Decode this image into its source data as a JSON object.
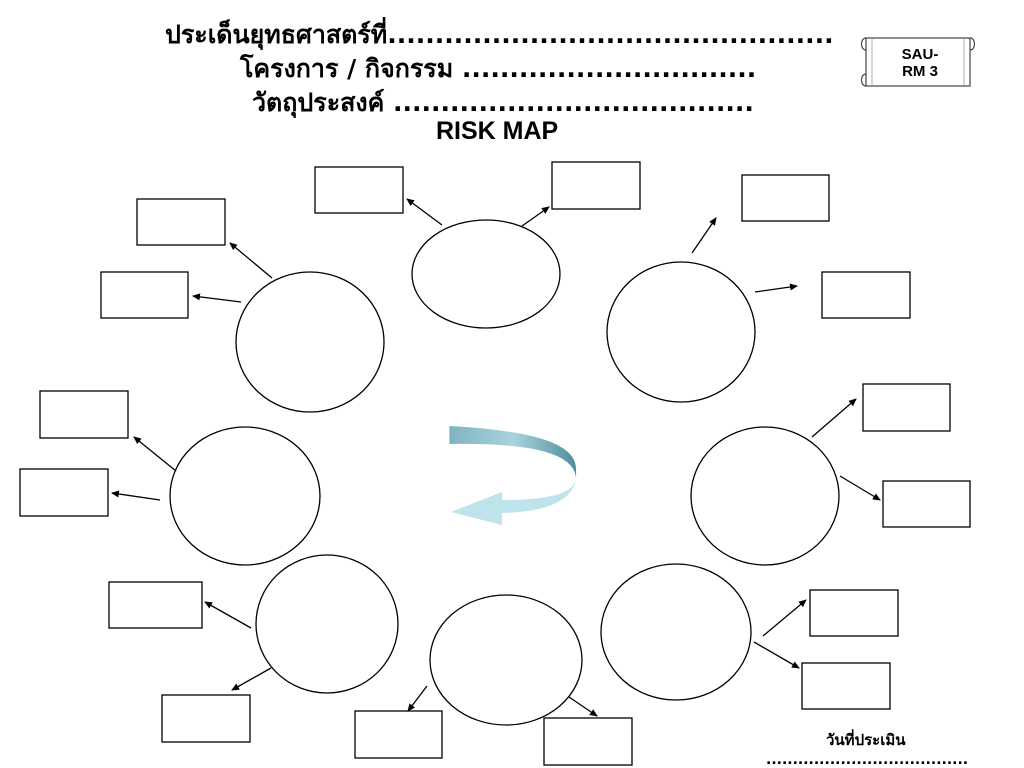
{
  "header": {
    "strategic_issue": "ประเด็นยุทธศาสตร์ที่...............................................",
    "project": "โครงการ / กิจกรรม ...............................",
    "objective": "วัตถุประสงค์ ......................................"
  },
  "title": "RISK MAP",
  "badge": {
    "line1": "SAU-",
    "line2": "RM 3"
  },
  "footer": {
    "eval_date_label": "วันที่ประเมิน",
    "eval_date_value": "......................................"
  },
  "colors": {
    "arrow_light": "#bfe3ea",
    "arrow_dark": "#5f9aa8",
    "stroke": "#000000"
  },
  "icons": {
    "center": "curved-arrow-icon",
    "badge": "scroll-icon"
  }
}
